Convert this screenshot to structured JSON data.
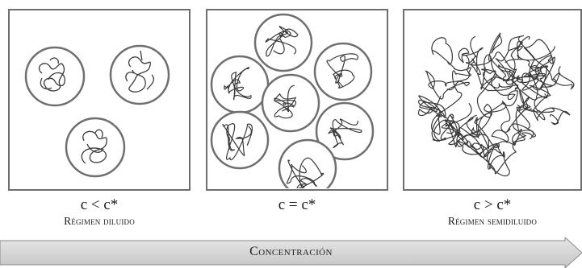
{
  "panels": [
    {
      "caption_formula": "c < c*",
      "caption_regime": "Régimen diluido"
    },
    {
      "caption_formula": "c = c*",
      "caption_regime": ""
    },
    {
      "caption_formula": "c > c*",
      "caption_regime": "Régimen semidiluido"
    }
  ],
  "arrow_label": "Concentración",
  "colors": {
    "border": "#6f6f6f",
    "chain": "#3a3a3a",
    "arrow_fill": "#d3d3d3"
  }
}
